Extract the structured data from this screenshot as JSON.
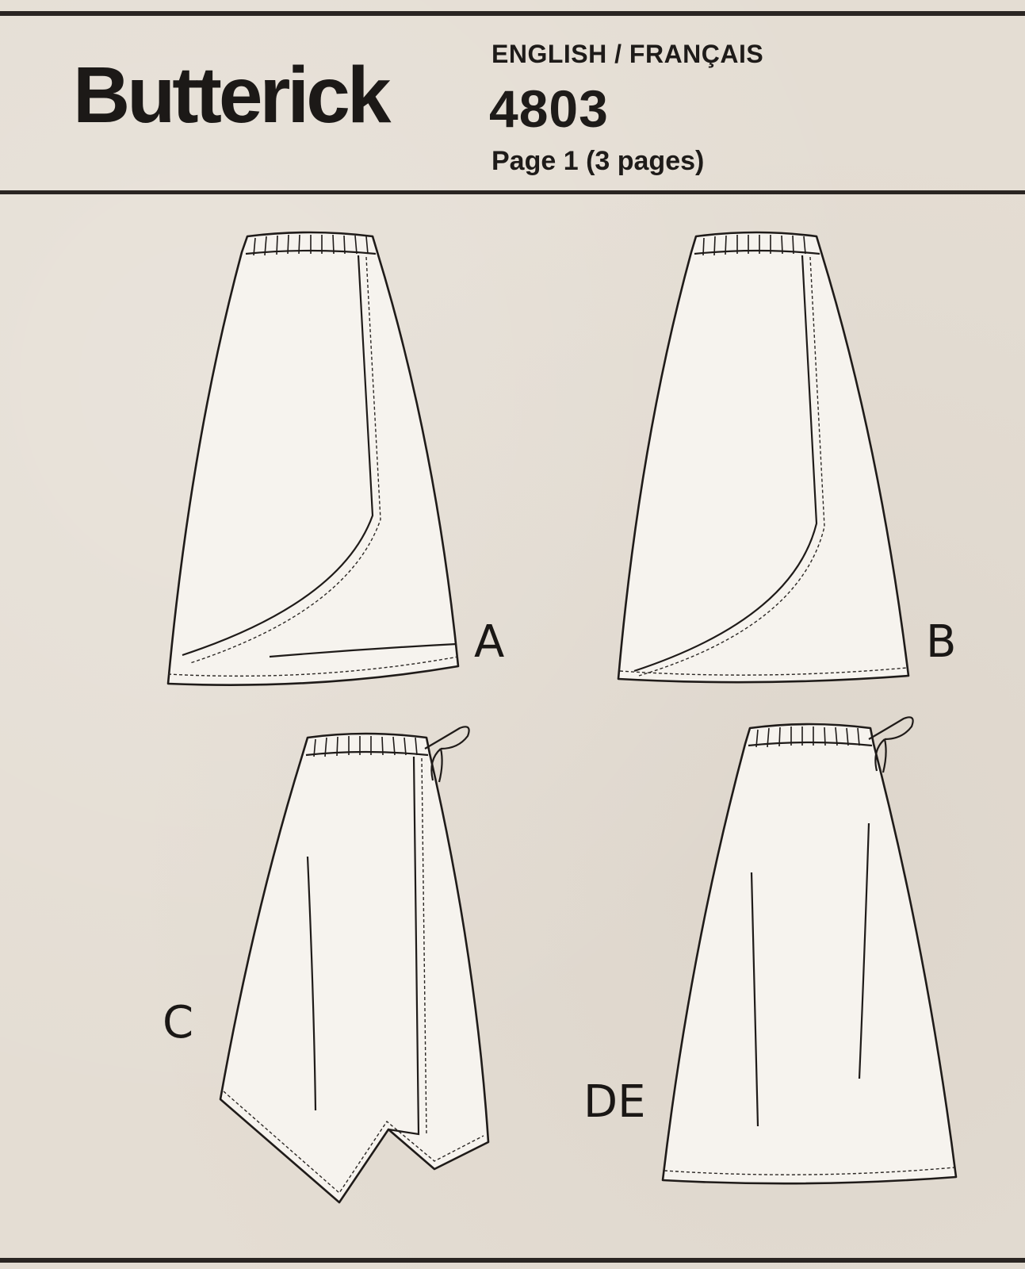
{
  "header": {
    "brand": "Butterick",
    "languages": "ENGLISH / FRANÇAIS",
    "pattern_number": "4803",
    "page_info": "Page 1 (3 pages)"
  },
  "views": [
    {
      "id": "a",
      "label": "A"
    },
    {
      "id": "b",
      "label": "B"
    },
    {
      "id": "c",
      "label": "C"
    },
    {
      "id": "de",
      "label": "DE"
    }
  ]
}
